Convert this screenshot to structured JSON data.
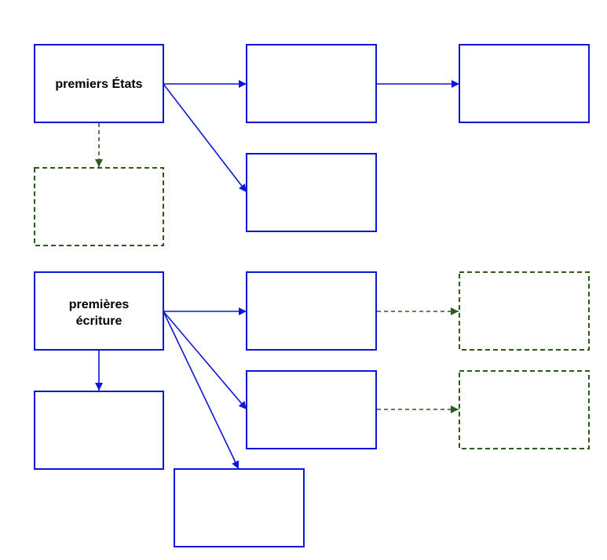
{
  "colors": {
    "solid": "#0b16d8",
    "dashed": "#2f5a1e",
    "text": "#000000",
    "background": "#ffffff"
  },
  "nodes": {
    "premiers_etats": {
      "label": "premiers États",
      "style": "solid"
    },
    "top_right_1": {
      "label": "",
      "style": "solid"
    },
    "top_right_2": {
      "label": "",
      "style": "solid"
    },
    "top_lower": {
      "label": "",
      "style": "solid"
    },
    "top_dashed": {
      "label": "",
      "style": "dashed"
    },
    "premieres_ecriture": {
      "label_line1": "premières",
      "label_line2": "écriture",
      "style": "solid"
    },
    "bottom_right_1": {
      "label": "",
      "style": "solid"
    },
    "bottom_right_1_dashed": {
      "label": "",
      "style": "dashed"
    },
    "bottom_right_2": {
      "label": "",
      "style": "solid"
    },
    "bottom_right_2_dashed": {
      "label": "",
      "style": "dashed"
    },
    "bottom_below": {
      "label": "",
      "style": "solid"
    },
    "bottom_far": {
      "label": "",
      "style": "solid"
    }
  },
  "edges": [
    {
      "from": "premiers_etats",
      "to": "top_right_1",
      "style": "solid"
    },
    {
      "from": "top_right_1",
      "to": "top_right_2",
      "style": "solid"
    },
    {
      "from": "premiers_etats",
      "to": "top_lower",
      "style": "solid"
    },
    {
      "from": "premiers_etats",
      "to": "top_dashed",
      "style": "dashed"
    },
    {
      "from": "premieres_ecriture",
      "to": "bottom_right_1",
      "style": "solid"
    },
    {
      "from": "premieres_ecriture",
      "to": "bottom_right_2",
      "style": "solid"
    },
    {
      "from": "premieres_ecriture",
      "to": "bottom_far",
      "style": "solid"
    },
    {
      "from": "premieres_ecriture",
      "to": "bottom_below",
      "style": "solid"
    },
    {
      "from": "bottom_right_1",
      "to": "bottom_right_1_dashed",
      "style": "dashed"
    },
    {
      "from": "bottom_right_2",
      "to": "bottom_right_2_dashed",
      "style": "dashed"
    }
  ]
}
